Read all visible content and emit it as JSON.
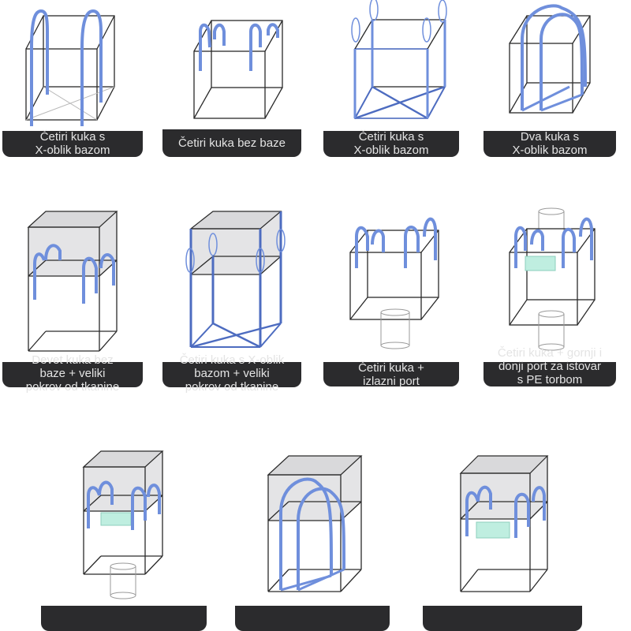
{
  "colors": {
    "bag_line": "#2a2a2a",
    "loop": "#6f8fdc",
    "loop_edge": "#4d6cc0",
    "cover_fill": "#e4e4e6",
    "panel_fill": "#bfeee0",
    "label_bg": "#2b2b2d",
    "label_text": "#e4e4e4"
  },
  "bags": [
    {
      "caption": "Četiri kuka s\nX-oblik bazom",
      "type": "four-loop-x-base",
      "icon": "bulk-bag-icon"
    },
    {
      "caption": "Četiri kuka bez baze",
      "type": "four-loop-no-base",
      "icon": "bulk-bag-icon"
    },
    {
      "caption": "Četiri kuka s\nX-oblik bazom",
      "type": "four-loop-x-base-cross-corner",
      "icon": "bulk-bag-icon"
    },
    {
      "caption": "Dva kuka s\nX-oblik bazom",
      "type": "two-loop-x-base",
      "icon": "bulk-bag-icon"
    },
    {
      "caption": "Devet kuka bez\nbaze + veliki\npokrov od tkanine",
      "type": "loops-skirt-cover",
      "icon": "bulk-bag-icon"
    },
    {
      "caption": "Četiri kuka s X-oblik\nbazom + veliki\npokrov od tkanine",
      "type": "x-base-skirt-cover",
      "icon": "bulk-bag-icon"
    },
    {
      "caption": "Četiri kuka +\nizlazni port",
      "type": "four-loop-discharge-spout",
      "icon": "bulk-bag-icon"
    },
    {
      "caption": "Četiri kuka + gornji i\ndonji port za istovar\ns PE torbom",
      "type": "four-loop-top-bottom-spout-pe-liner",
      "icon": "bulk-bag-icon"
    },
    {
      "caption": "",
      "type": "cover-document-pocket-spout",
      "icon": "bulk-bag-icon"
    },
    {
      "caption": "",
      "type": "two-loop-cover",
      "icon": "bulk-bag-icon"
    },
    {
      "caption": "",
      "type": "cover-document-pocket",
      "icon": "bulk-bag-icon"
    }
  ]
}
